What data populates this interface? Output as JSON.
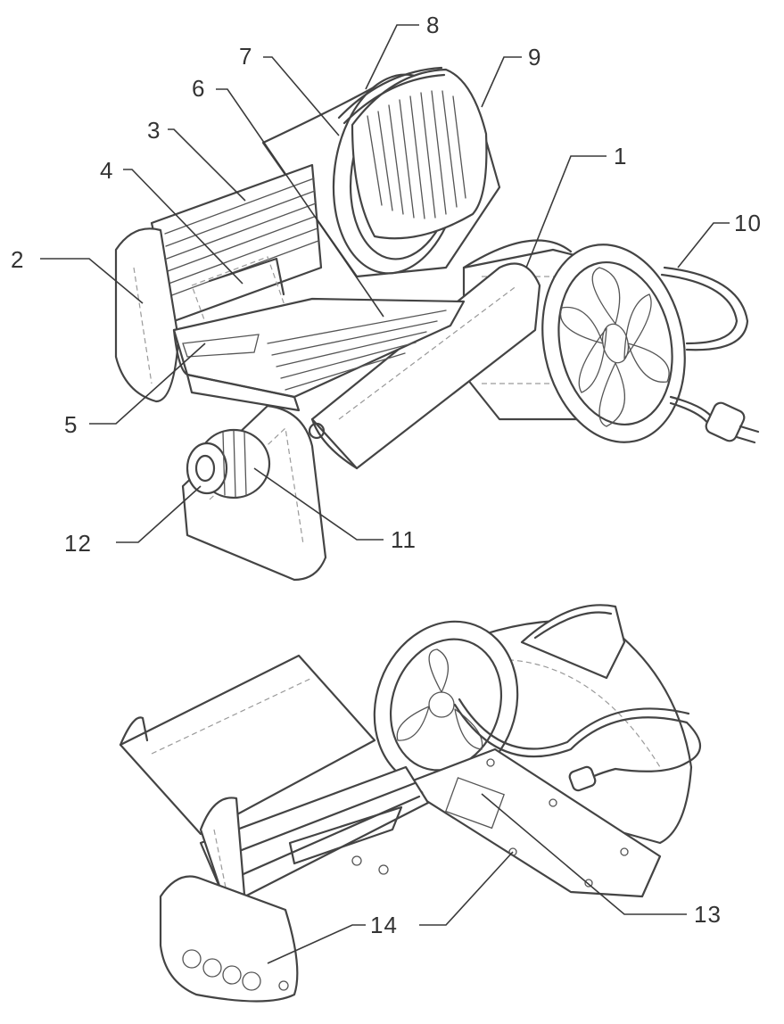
{
  "figure": {
    "top_view": {
      "callouts": [
        {
          "id": "1",
          "label": "1"
        },
        {
          "id": "2",
          "label": "2"
        },
        {
          "id": "3",
          "label": "3"
        },
        {
          "id": "4",
          "label": "4"
        },
        {
          "id": "5",
          "label": "5"
        },
        {
          "id": "6",
          "label": "6"
        },
        {
          "id": "7",
          "label": "7"
        },
        {
          "id": "8",
          "label": "8"
        },
        {
          "id": "9",
          "label": "9"
        },
        {
          "id": "10",
          "label": "10"
        },
        {
          "id": "11",
          "label": "11"
        },
        {
          "id": "12",
          "label": "12"
        }
      ]
    },
    "bottom_view": {
      "callouts": [
        {
          "id": "13",
          "label": "13"
        },
        {
          "id": "14",
          "label": "14"
        }
      ]
    }
  }
}
